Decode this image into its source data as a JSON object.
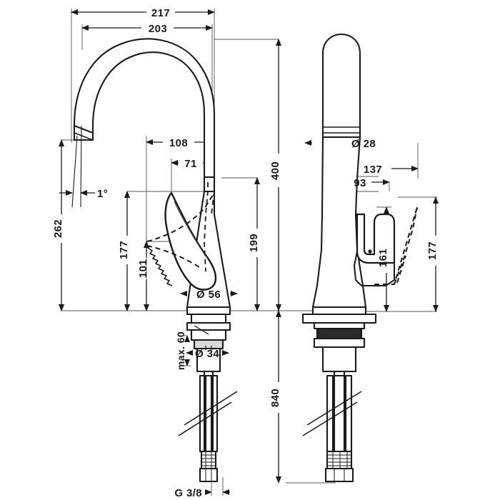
{
  "drawing": {
    "type": "technical-dimension-drawing",
    "subject": "single-lever kitchen mixer tap with high swivel spout",
    "views": [
      {
        "id": "front",
        "label": "front-view"
      },
      {
        "id": "side",
        "label": "side-view"
      }
    ],
    "units": "mm"
  },
  "dimensions": {
    "spout_reach_outer": "217",
    "spout_reach_inner": "203",
    "body_to_spout_back": "108",
    "body_to_handle_pivot": "71",
    "spout_tip_angle": "1°",
    "spout_tip_height": "262",
    "handle_top_height": "177",
    "handle_pivot_height": "101",
    "spout_outlet_height": "199",
    "overall_height": "400",
    "base_diameter": "Ø 56",
    "shank_diameter": "Ø 34",
    "deck_thickness_max": "max. 60",
    "total_length_with_hoses": "840",
    "connection_thread": "G 3/8",
    "column_diameter": "Ø 28",
    "handle_reach_open": "137",
    "handle_reach_closed": "93",
    "handle_lift_height": "161",
    "handle_height_side": "177"
  },
  "colors": {
    "line": "#1a1a1a",
    "dim_line": "#333333",
    "background": "#ffffff",
    "fill": "#ffffff"
  }
}
